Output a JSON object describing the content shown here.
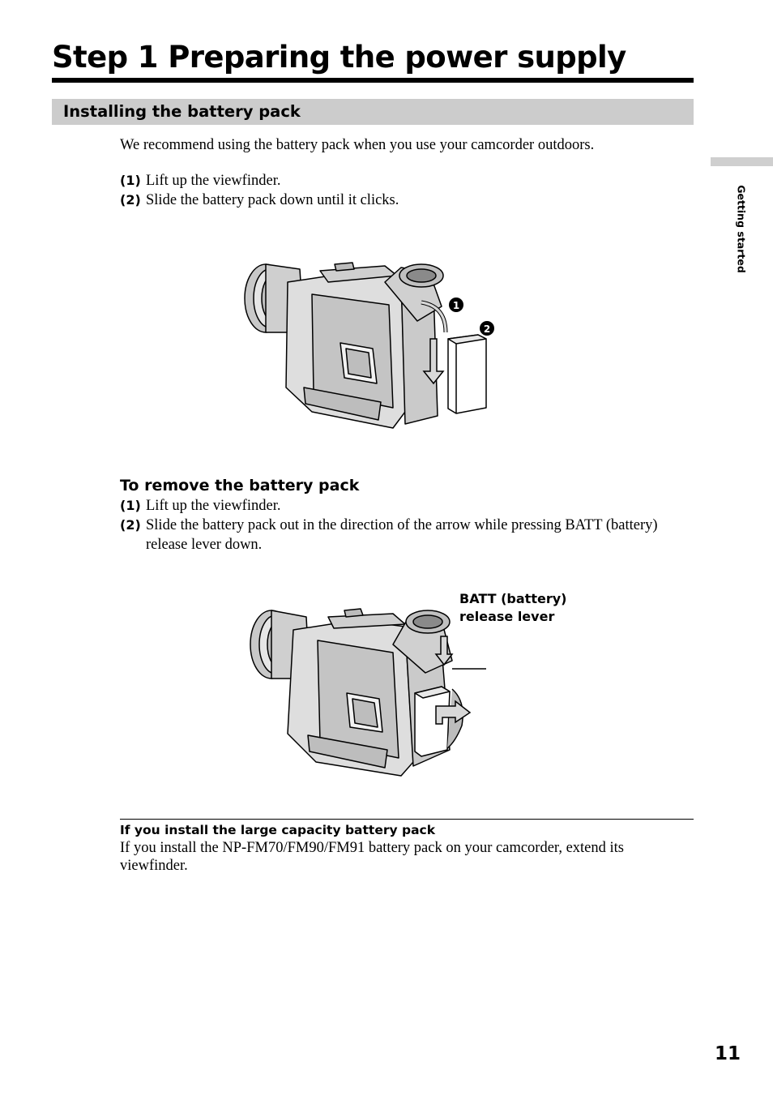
{
  "page": {
    "title": "Step 1  Preparing the power supply",
    "section_heading": "Installing the battery pack",
    "intro": "We recommend using the battery pack when you use your camcorder outdoors.",
    "install_steps": [
      {
        "num": "(1)",
        "text": "Lift up the viewfinder."
      },
      {
        "num": "(2)",
        "text": "Slide the battery pack down until it clicks."
      }
    ],
    "callouts": [
      "1",
      "2"
    ],
    "remove_heading": "To remove the battery pack",
    "remove_steps": [
      {
        "num": "(1)",
        "text": "Lift up the viewfinder."
      },
      {
        "num": "(2)",
        "text": "Slide the battery pack out in the direction of the arrow while pressing BATT (battery) release lever down."
      }
    ],
    "batt_label_line1": "BATT (battery)",
    "batt_label_line2": "release lever",
    "note_title": "If you install the large capacity battery pack",
    "note_text": "If you install the NP-FM70/FM90/FM91 battery pack on your camcorder, extend its viewfinder.",
    "side_tab_label": "Getting started",
    "page_number": "11"
  }
}
